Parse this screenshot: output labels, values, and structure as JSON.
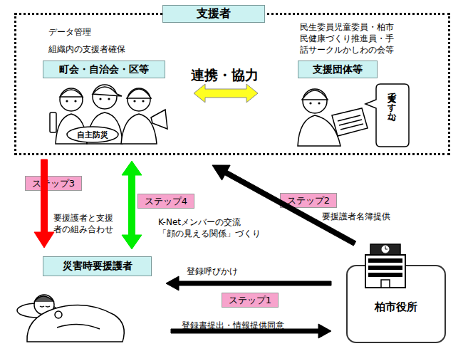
{
  "diagram": {
    "nodes": [
      {
        "text": [
          "支援者"
        ]
      },
      {
        "text": [
          "町会・自治会・区等"
        ],
        "in": 0
      },
      {
        "text": [
          "支援団体等"
        ],
        "in": 0
      },
      {
        "text": [
          "ステップ3"
        ]
      },
      {
        "text": [
          "ステップ4"
        ]
      },
      {
        "text": [
          "ステップ2"
        ]
      },
      {
        "text": [
          "災害時要援護者"
        ]
      },
      {
        "text": [
          "柏市役所"
        ]
      },
      {
        "text": [
          "ステップ1"
        ]
      }
    ],
    "edges": [
      {
        "from": 1,
        "to": 2,
        "label": "連携・協力",
        "arrow": "both"
      },
      {
        "from": 7,
        "to": 0,
        "label": "要援護者名簿提供",
        "arrow": "to"
      },
      {
        "from": 0,
        "to": 6,
        "label": "要援護者と支援 者の組み合わせ",
        "arrow": "to"
      },
      {
        "from": 6,
        "to": 0,
        "label": "K-Netメンバーの交流 「顔の見える関係」づくり",
        "arrow": "both"
      },
      {
        "from": 7,
        "to": 6,
        "label": "登録呼びかけ",
        "arrow": "to"
      },
      {
        "from": 6,
        "to": 7,
        "label": "登録書提出・情報提供同意",
        "arrow": "to"
      }
    ],
    "labels": [
      "データ管理",
      "組織内の支援者確保",
      "民生委員児童委員・柏市 民健康づくり推進員・手 話サークルかしわの会等",
      "自主防災",
      "大丈夫ですか?"
    ]
  }
}
